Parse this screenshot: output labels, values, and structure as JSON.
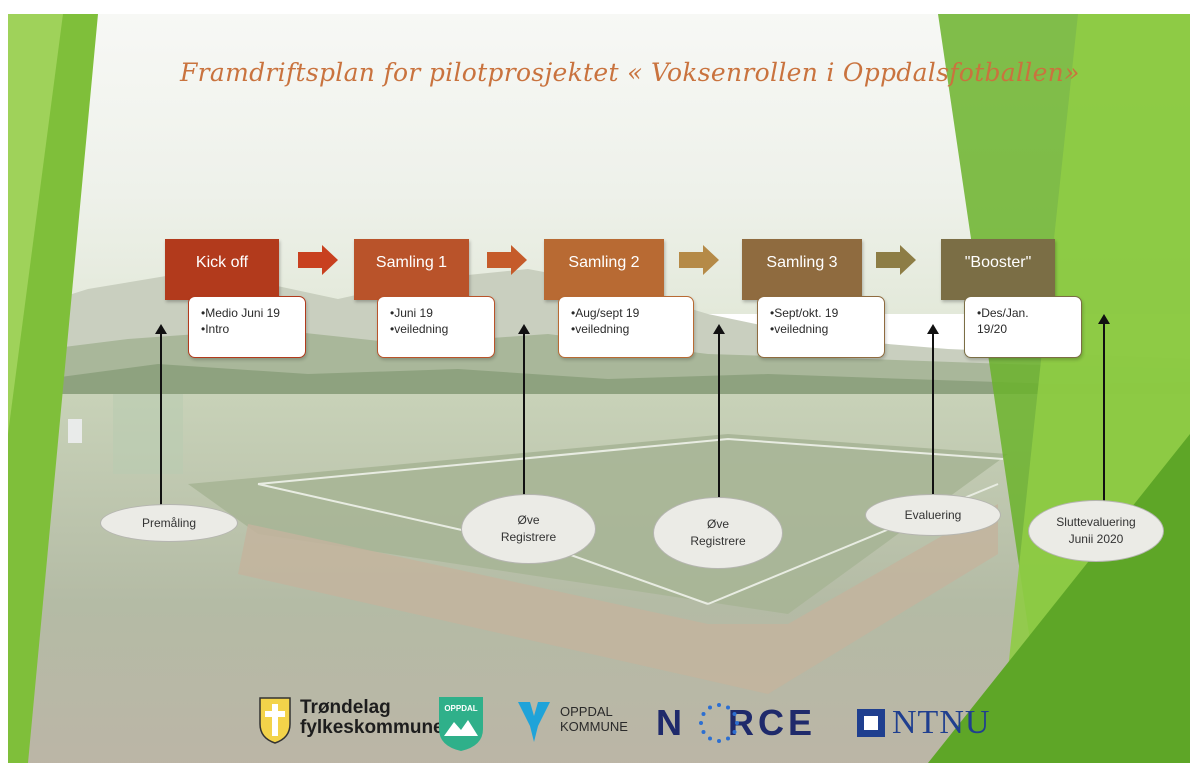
{
  "title": "Framdriftsplan for pilotprosjektet « Voksenrollen i Oppdalsfotballen»",
  "phases": [
    {
      "label": "Kick off",
      "color": "#b23a1c",
      "detail": [
        "•Medio Juni 19",
        "•Intro"
      ]
    },
    {
      "label": "Samling 1",
      "color": "#b9532a",
      "detail": [
        "•Juni 19",
        "•veiledning"
      ]
    },
    {
      "label": "Samling 2",
      "color": "#b86a33",
      "detail": [
        "•Aug/sept 19",
        "•veiledning"
      ]
    },
    {
      "label": "Samling 3",
      "color": "#8f6b3f",
      "detail": [
        "•Sept/okt. 19",
        "•veiledning"
      ]
    },
    {
      "label": "\"Booster\"",
      "color": "#7b6e45",
      "detail": [
        "•Des/Jan.",
        "19/20"
      ]
    }
  ],
  "arrow_colors": [
    "#c8401f",
    "#c55b2a",
    "#b58a47",
    "#8d7d45"
  ],
  "milestones": [
    {
      "lines": [
        "Premåling"
      ]
    },
    {
      "lines": [
        "Øve",
        "Registrere"
      ]
    },
    {
      "lines": [
        "Øve",
        "Registrere"
      ]
    },
    {
      "lines": [
        "Evaluering"
      ]
    },
    {
      "lines": [
        "Sluttevaluering",
        "Junii 2020"
      ]
    }
  ],
  "logos": {
    "trondelag_line1": "Trøndelag",
    "trondelag_line2": "fylkeskommune",
    "oppdal_badge": "OPPDAL",
    "oppdal_kommune_line1": "OPPDAL",
    "oppdal_kommune_line2": "KOMMUNE",
    "norce": "N   RCE",
    "ntnu": "NTNU"
  }
}
